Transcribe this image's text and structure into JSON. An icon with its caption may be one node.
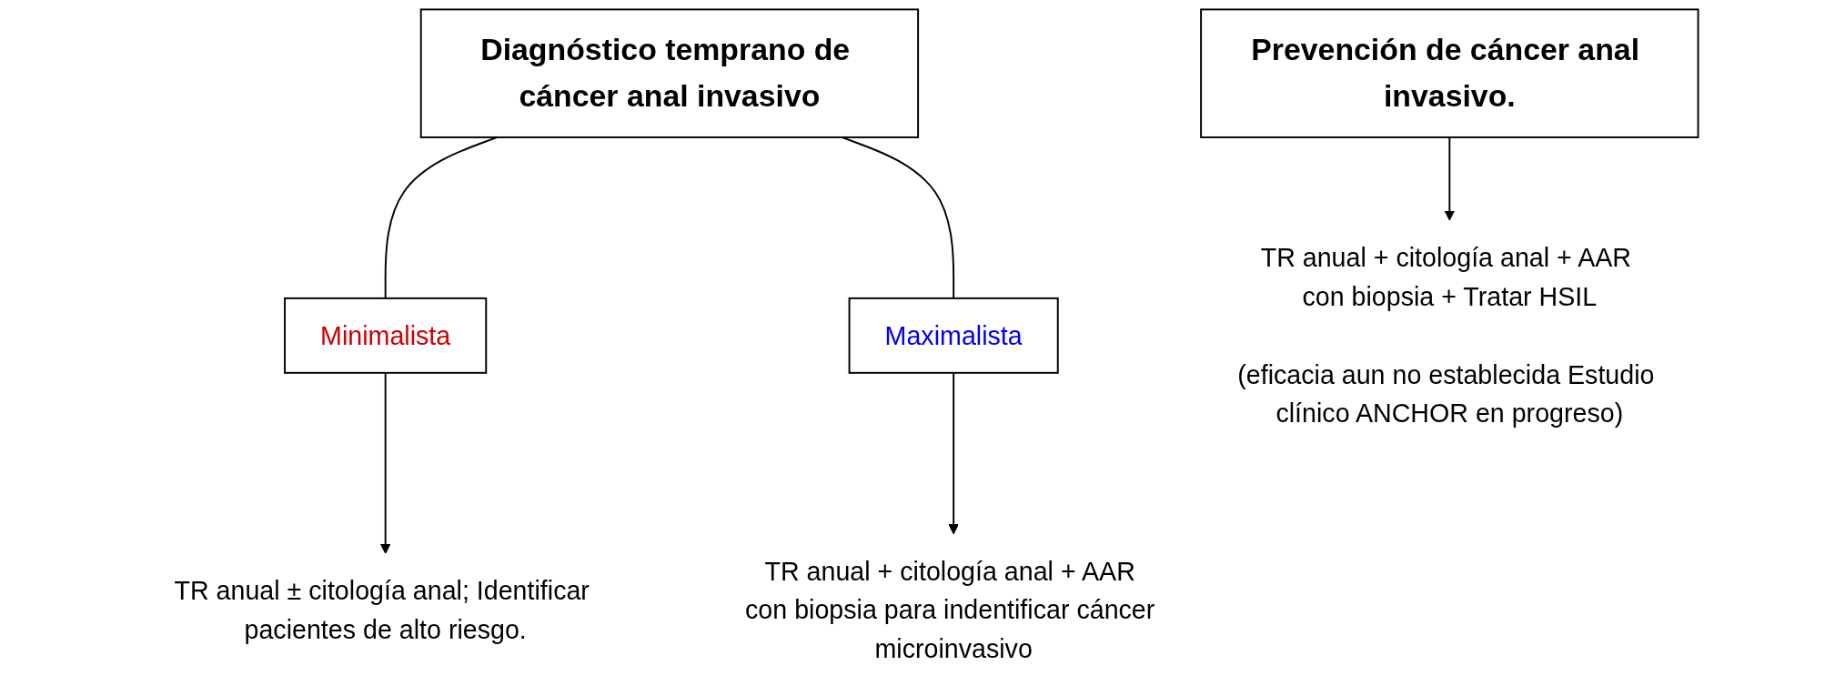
{
  "diagram": {
    "nodes": [
      {
        "text": [
          "Diagnóstico temprano de cáncer anal invasivo"
        ]
      },
      {
        "text": [
          "Minimalista"
        ]
      },
      {
        "text": [
          "Maximalista"
        ]
      },
      {
        "text": [
          "TR anual ± citología anal; Identificar pacientes de alto riesgo."
        ]
      },
      {
        "text": [
          "TR anual + citología anal + AAR con biopsia para indentificar cáncer microinvasivo"
        ]
      },
      {
        "text": [
          "Prevención de cáncer anal invasivo."
        ]
      },
      {
        "text": [
          "TR anual + citología anal + AAR con biopsia + Tratar HSIL",
          "(eficacia aun no establecida Estudio clínico ANCHOR en progreso)"
        ]
      }
    ],
    "edges": [
      {
        "from": 0,
        "to": 1,
        "arrow": "none"
      },
      {
        "from": 0,
        "to": 2,
        "arrow": "none"
      },
      {
        "from": 1,
        "to": 3,
        "arrow": "to"
      },
      {
        "from": 2,
        "to": 4,
        "arrow": "to"
      },
      {
        "from": 5,
        "to": 6,
        "arrow": "to"
      }
    ]
  }
}
